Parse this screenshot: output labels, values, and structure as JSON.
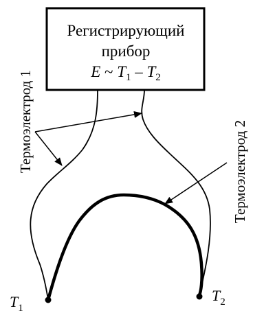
{
  "device": {
    "line1": "Регистрирующий",
    "line2": "прибор",
    "formula": {
      "e": "E",
      "tilde": " ~ ",
      "t": "T",
      "sub1": "1",
      "minus": " – ",
      "sub2": "2"
    }
  },
  "labels": {
    "thermoelectrode_1": "Термоэлектрод 1",
    "thermoelectrode_2": "Термоэлектрод 2"
  },
  "junctions": {
    "t1_symbol": "T",
    "t1_sub": "1",
    "t2_symbol": "T",
    "t2_sub": "2"
  }
}
